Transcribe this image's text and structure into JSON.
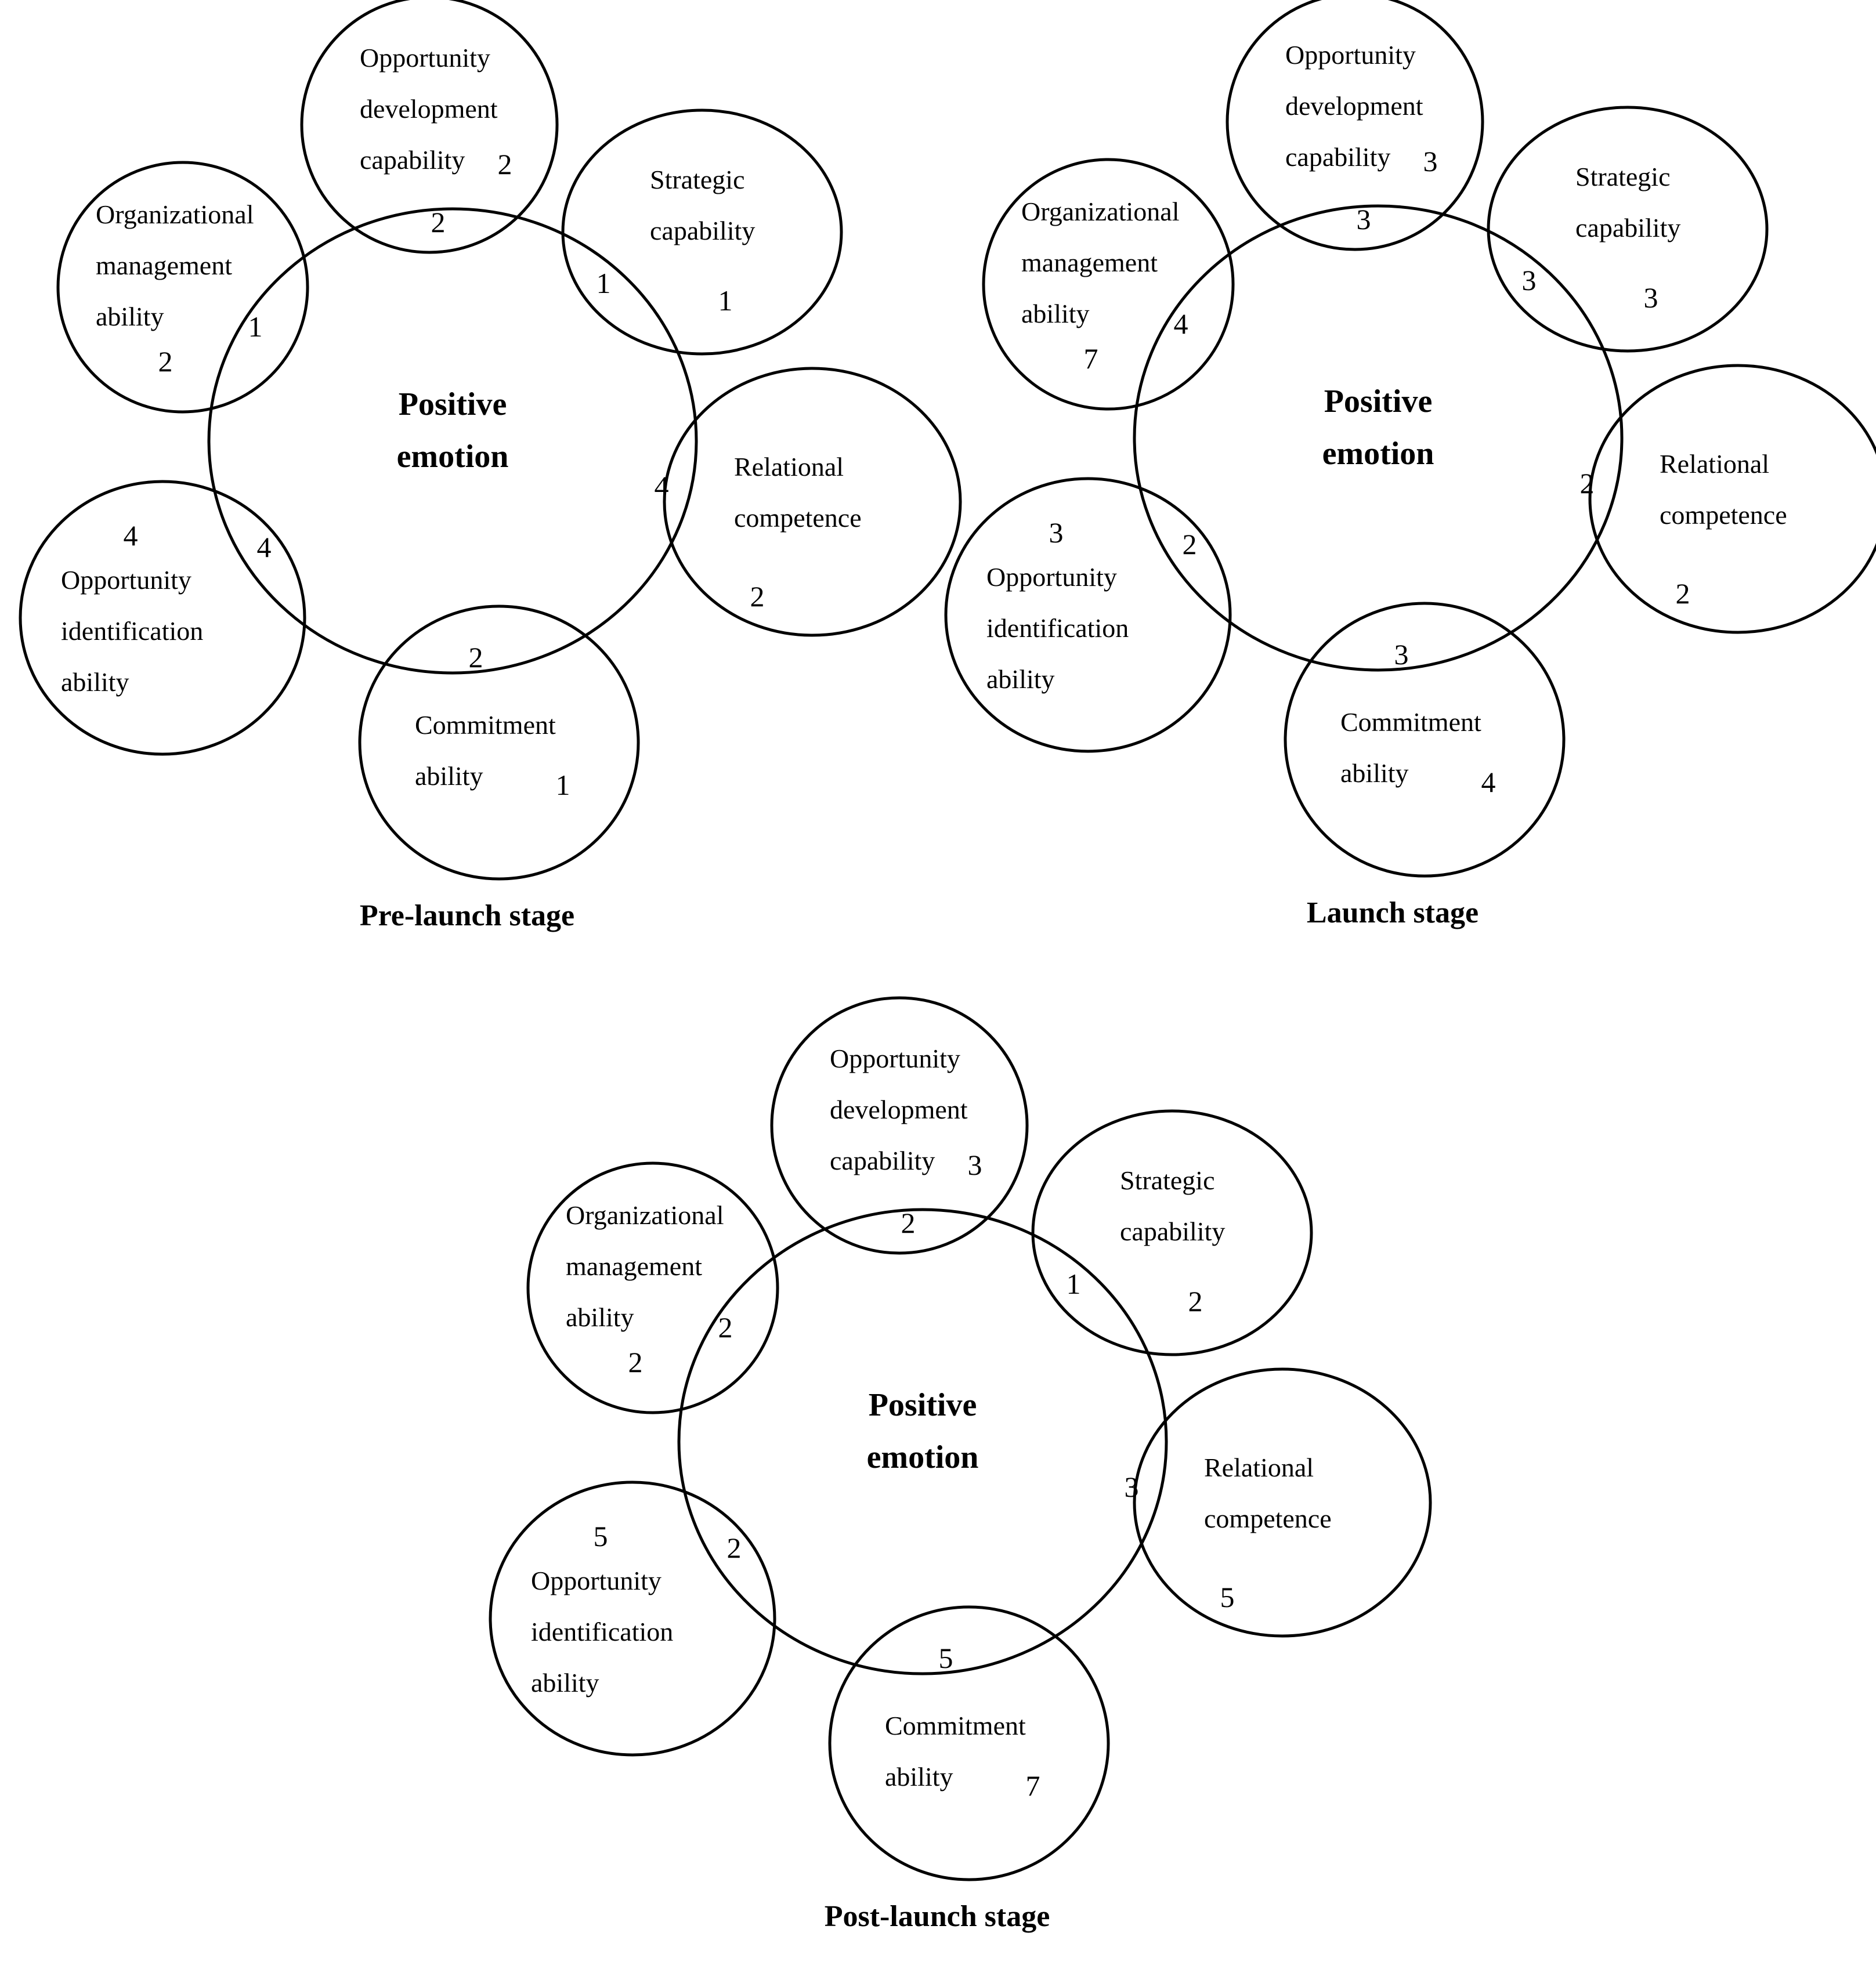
{
  "stages": [
    {
      "title": "Pre-launch stage",
      "center": [
        "Positive",
        "emotion"
      ],
      "capabilities": [
        {
          "key": "opp_dev",
          "label": [
            "Opportunity",
            "development",
            "capability"
          ],
          "outer": "2",
          "overlap": "2"
        },
        {
          "key": "strategic",
          "label": [
            "Strategic",
            "capability"
          ],
          "outer": "1",
          "overlap": "1"
        },
        {
          "key": "relational",
          "label": [
            "Relational",
            "competence"
          ],
          "outer": "2",
          "overlap": "4"
        },
        {
          "key": "commitment",
          "label": [
            "Commitment",
            "ability"
          ],
          "outer": "1",
          "overlap": "2"
        },
        {
          "key": "opp_id",
          "label": [
            "Opportunity",
            "identification",
            "ability"
          ],
          "outer": "4",
          "overlap": "4"
        },
        {
          "key": "org_mgmt",
          "label": [
            "Organizational",
            "management",
            "ability"
          ],
          "outer": "2",
          "overlap": "1"
        }
      ]
    },
    {
      "title": "Launch stage",
      "center": [
        "Positive",
        "emotion"
      ],
      "capabilities": [
        {
          "key": "opp_dev",
          "label": [
            "Opportunity",
            "development",
            "capability"
          ],
          "outer": "3",
          "overlap": "3"
        },
        {
          "key": "strategic",
          "label": [
            "Strategic",
            "capability"
          ],
          "outer": "3",
          "overlap": "3"
        },
        {
          "key": "relational",
          "label": [
            "Relational",
            "competence"
          ],
          "outer": "2",
          "overlap": "2"
        },
        {
          "key": "commitment",
          "label": [
            "Commitment",
            "ability"
          ],
          "outer": "4",
          "overlap": "3"
        },
        {
          "key": "opp_id",
          "label": [
            "Opportunity",
            "identification",
            "ability"
          ],
          "outer": "3",
          "overlap": "2"
        },
        {
          "key": "org_mgmt",
          "label": [
            "Organizational",
            "management",
            "ability"
          ],
          "outer": "7",
          "overlap": "4"
        }
      ]
    },
    {
      "title": "Post-launch stage",
      "center": [
        "Positive",
        "emotion"
      ],
      "capabilities": [
        {
          "key": "opp_dev",
          "label": [
            "Opportunity",
            "development",
            "capability"
          ],
          "outer": "3",
          "overlap": "2"
        },
        {
          "key": "strategic",
          "label": [
            "Strategic",
            "capability"
          ],
          "outer": "2",
          "overlap": "1"
        },
        {
          "key": "relational",
          "label": [
            "Relational",
            "competence"
          ],
          "outer": "5",
          "overlap": "3"
        },
        {
          "key": "commitment",
          "label": [
            "Commitment",
            "ability"
          ],
          "outer": "7",
          "overlap": "5"
        },
        {
          "key": "opp_id",
          "label": [
            "Opportunity",
            "identification",
            "ability"
          ],
          "outer": "5",
          "overlap": "2"
        },
        {
          "key": "org_mgmt",
          "label": [
            "Organizational",
            "management",
            "ability"
          ],
          "outer": "2",
          "overlap": "2"
        }
      ]
    }
  ]
}
